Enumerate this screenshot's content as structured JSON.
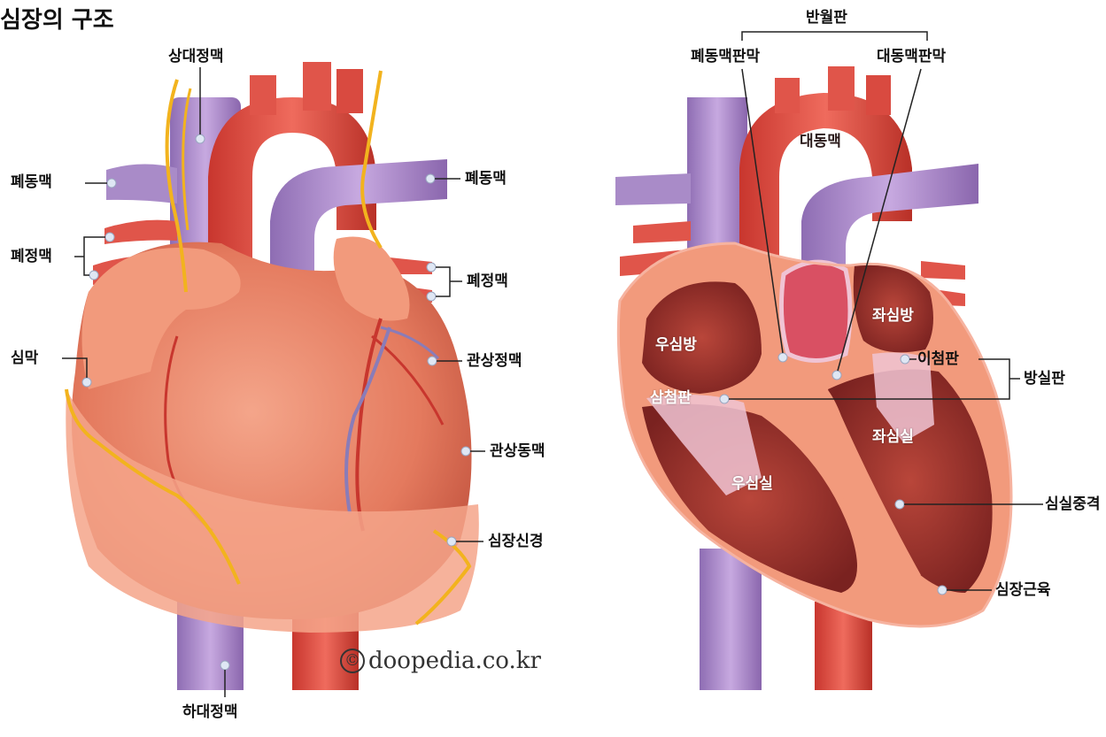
{
  "title": "심장의 구조",
  "credit": "doopedia.co.kr",
  "credit_symbol": "©",
  "left_labels": {
    "superior_vena_cava": "상대정맥",
    "pulmonary_artery_left": "폐동맥",
    "pulmonary_artery_right": "폐동맥",
    "pulmonary_vein_left": "폐정맥",
    "pulmonary_vein_right": "폐정맥",
    "pericardium": "심막",
    "coronary_vein": "관상정맥",
    "coronary_artery": "관상동맥",
    "cardiac_nerve": "심장신경",
    "inferior_vena_cava": "하대정맥"
  },
  "right_labels": {
    "semilunar_valve": "반월판",
    "pulmonary_valve": "폐동맥판막",
    "aortic_valve": "대동맥판막",
    "aorta": "대동맥",
    "left_atrium": "좌심방",
    "right_atrium": "우심방",
    "mitral_valve": "이첨판",
    "atrioventricular_valve": "방실판",
    "tricuspid_valve": "삼첨판",
    "left_ventricle": "좌심실",
    "right_ventricle": "우심실",
    "septum": "심실중격",
    "myocardium": "심장근육"
  },
  "colors": {
    "artery": "#e0554a",
    "vein": "#a98bc8",
    "muscle": "#e98a6c",
    "nerve": "#f2b31e",
    "pericardium": "#f1a184",
    "valve": "#f0c4d4",
    "leader": "#222222"
  }
}
